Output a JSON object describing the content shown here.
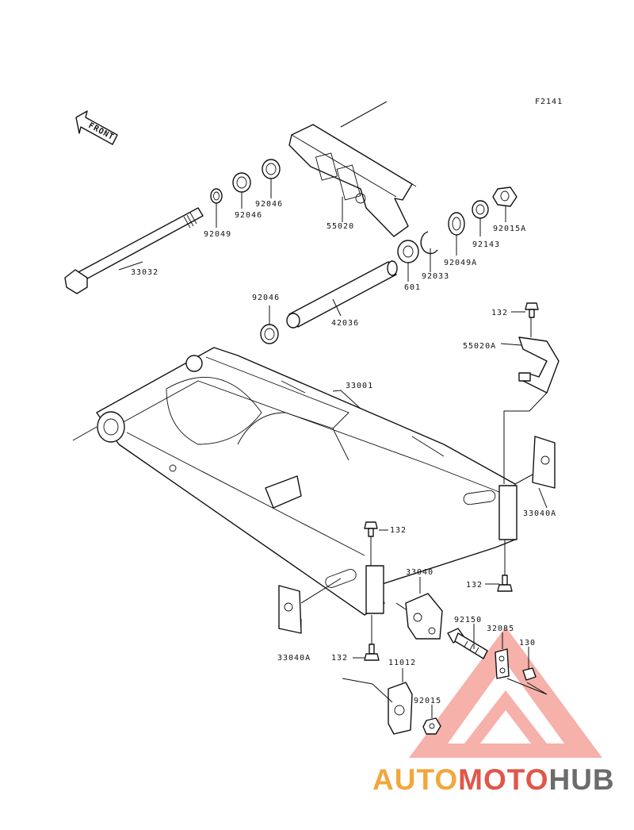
{
  "figure_code": "F2141",
  "front_label": "FRONT",
  "parts": [
    {
      "id": "33032"
    },
    {
      "id": "92049"
    },
    {
      "id": "92046a",
      "label": "92046"
    },
    {
      "id": "92046b",
      "label": "92046"
    },
    {
      "id": "55020"
    },
    {
      "id": "601"
    },
    {
      "id": "92033"
    },
    {
      "id": "92049A"
    },
    {
      "id": "92143"
    },
    {
      "id": "92015A"
    },
    {
      "id": "92046c",
      "label": "92046"
    },
    {
      "id": "42036"
    },
    {
      "id": "132a",
      "label": "132"
    },
    {
      "id": "55020A"
    },
    {
      "id": "33001"
    },
    {
      "id": "33040A_r",
      "label": "33040A"
    },
    {
      "id": "132b",
      "label": "132"
    },
    {
      "id": "132c",
      "label": "132"
    },
    {
      "id": "33040"
    },
    {
      "id": "92150"
    },
    {
      "id": "32085"
    },
    {
      "id": "130"
    },
    {
      "id": "33040A_l",
      "label": "33040A"
    },
    {
      "id": "132d",
      "label": "132"
    },
    {
      "id": "11012"
    },
    {
      "id": "92015"
    }
  ],
  "labels": {
    "p33032": "33032",
    "p92049": "92049",
    "p92046a": "92046",
    "p92046b": "92046",
    "p55020": "55020",
    "p601": "601",
    "p92033": "92033",
    "p92049A": "92049A",
    "p92143": "92143",
    "p92015A": "92015A",
    "p92046c": "92046",
    "p42036": "42036",
    "p132a": "132",
    "p55020A": "55020A",
    "p33001": "33001",
    "p33040A_r": "33040A",
    "p132b": "132",
    "p132c": "132",
    "p33040": "33040",
    "p92150": "92150",
    "p32085": "32085",
    "p130": "130",
    "p33040A_l": "33040A",
    "p132d": "132",
    "p11012": "11012",
    "p92015": "92015"
  },
  "watermark": {
    "auto": "AUTO",
    "moto": "MOTO",
    "hub": "HUB",
    "colors": {
      "auto": "#f2a73b",
      "moto": "#e0574a",
      "hub": "#6b6b6b",
      "triangle": "#f08a82"
    }
  }
}
